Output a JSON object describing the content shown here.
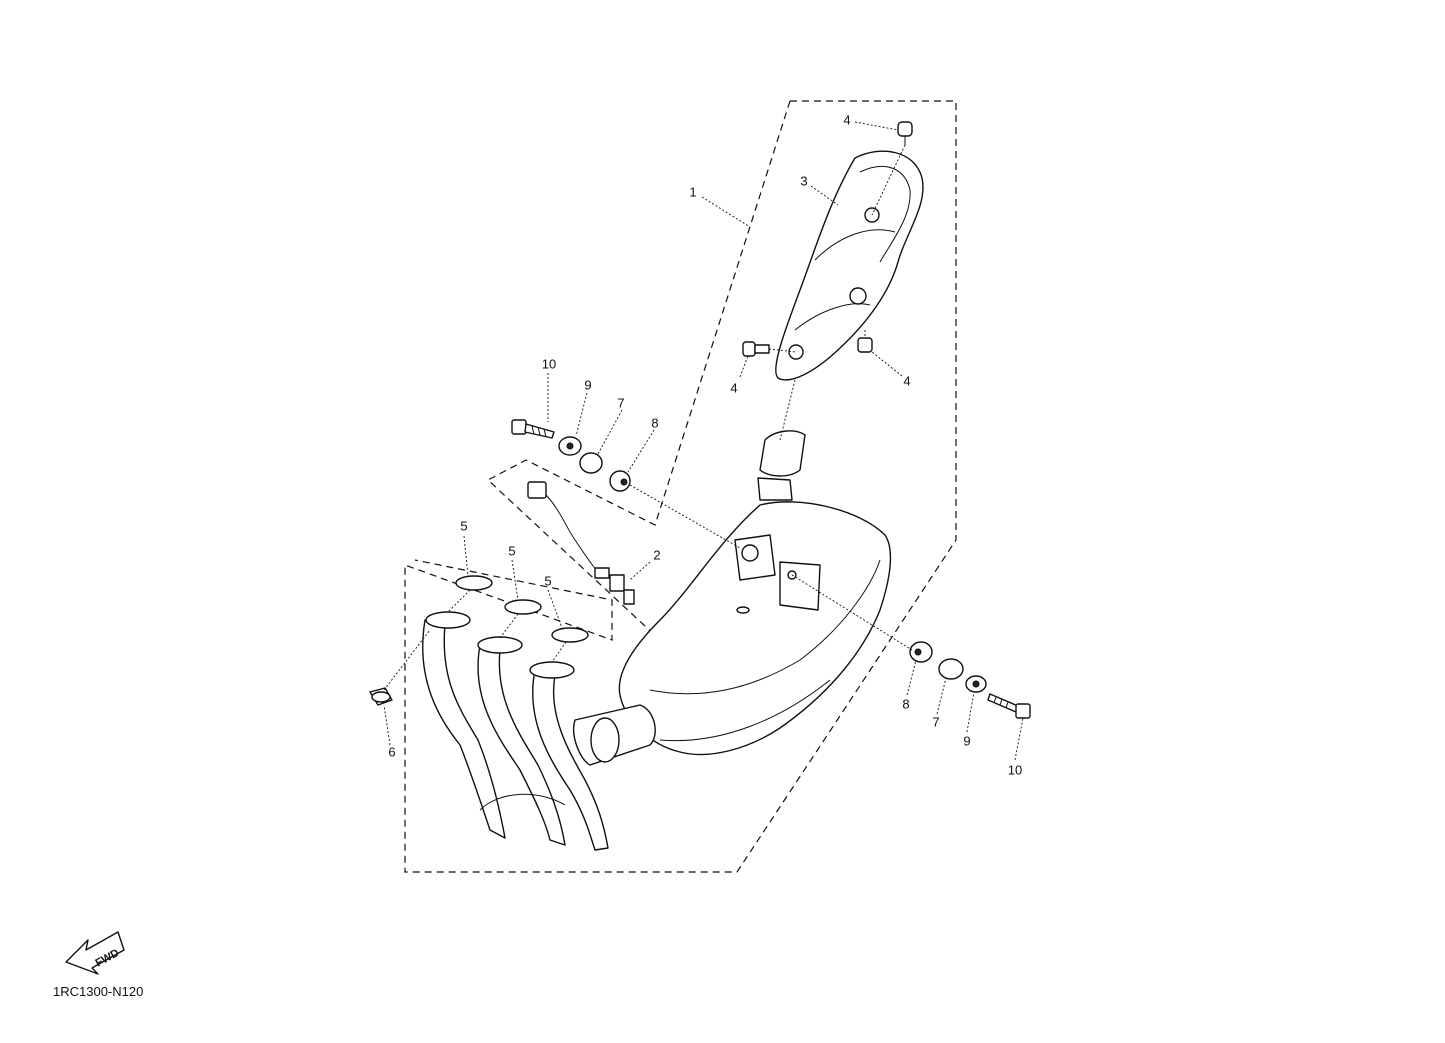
{
  "diagram_code": "1RC1300-N120",
  "direction_label": "FWD",
  "callouts": {
    "c1": "1",
    "c2": "2",
    "c3": "3",
    "c4a": "4",
    "c4b": "4",
    "c4c": "4",
    "c5a": "5",
    "c5b": "5",
    "c5c": "5",
    "c6": "6",
    "c7a": "7",
    "c7b": "7",
    "c8a": "8",
    "c8b": "8",
    "c9a": "9",
    "c9b": "9",
    "c10a": "10",
    "c10b": "10"
  },
  "colors": {
    "line": "#111111",
    "background": "#ffffff"
  }
}
